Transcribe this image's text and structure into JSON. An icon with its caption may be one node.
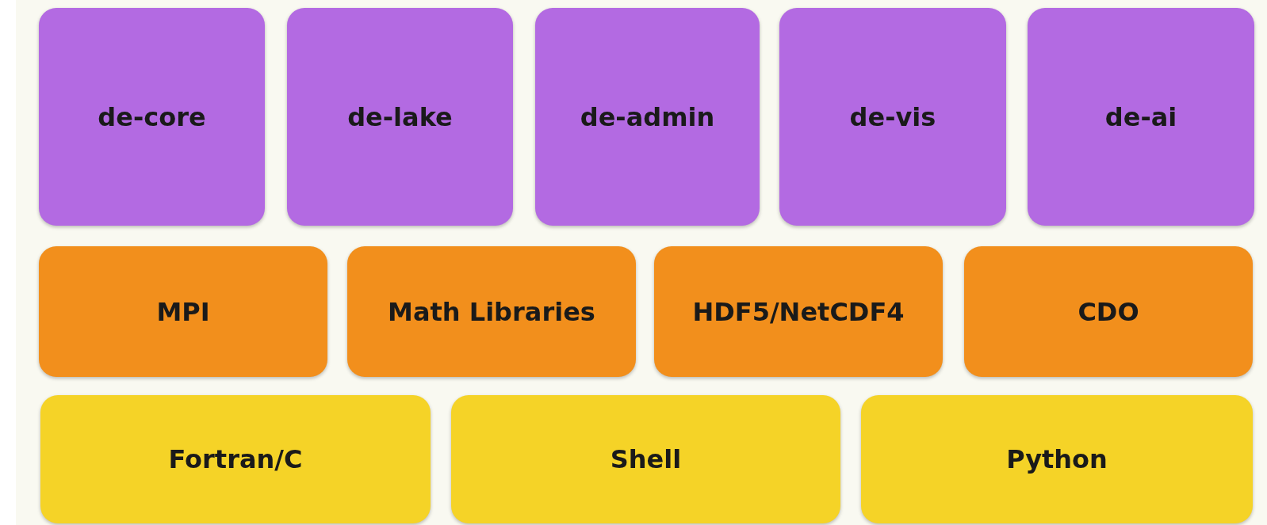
{
  "diagram": {
    "nodes": [
      {
        "text": [
          "de-core"
        ]
      },
      {
        "text": [
          "de-lake"
        ]
      },
      {
        "text": [
          "de-admin"
        ]
      },
      {
        "text": [
          "de-vis"
        ]
      },
      {
        "text": [
          "de-ai"
        ]
      },
      {
        "text": [
          "MPI"
        ]
      },
      {
        "text": [
          "Math Libraries"
        ]
      },
      {
        "text": [
          "HDF5/NetCDF4"
        ]
      },
      {
        "text": [
          "CDO"
        ]
      },
      {
        "text": [
          "Fortran/C"
        ]
      },
      {
        "text": [
          "Shell"
        ]
      },
      {
        "text": [
          "Python"
        ]
      }
    ]
  }
}
